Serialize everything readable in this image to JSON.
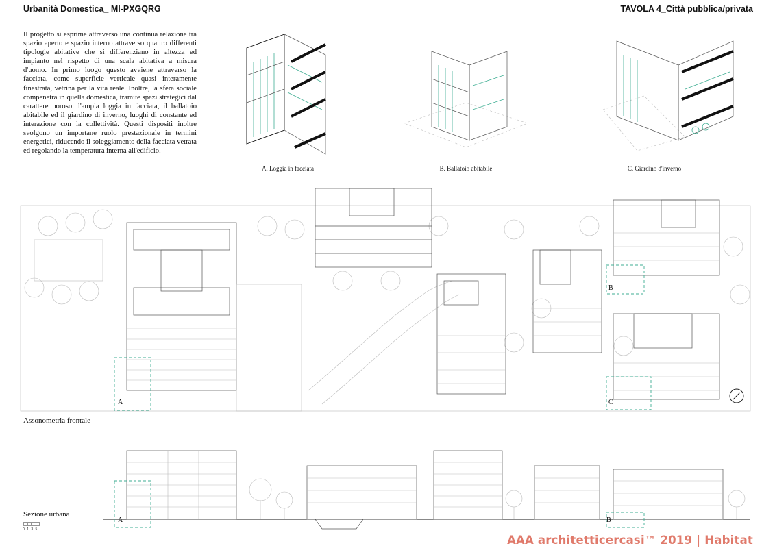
{
  "header": {
    "left_title": "Urbanità Domestica_ MI-PXGQRG",
    "right_title": "TAVOLA 4_Città pubblica/privata"
  },
  "intro_text": "Il progetto si esprime attraverso una continua relazione tra spazio aperto e spazio interno attraverso quattro differenti tipologie abitative che si differenziano  in altezza ed impianto nel rispetto di una scala abitativa a misura d'uomo. In primo luogo questo avviene attraverso la facciata, come superficie verticale quasi interamente finestrata, vetrina per la vita reale. Inoltre, la sfera sociale compenetra in quella domestica, tramite spazi strategici dal carattere poroso: l'ampia loggia in facciata, il ballatoio abitabile ed il giardino di inverno, luoghi di constante ed interazione con la collettività. Questi dispositi inoltre svolgono un importane ruolo prestazionale in termini energetici, riducendo il soleggiamento della facciata vetrata ed regolando la temperatura interna all'edificio.",
  "captions": {
    "a": "A. Loggia in facciata",
    "b": "B. Ballatoio abitabile",
    "c": "C. Giardino d'inverno"
  },
  "section_labels": {
    "axonometry": "Assonometria frontale",
    "section": "Sezione urbana"
  },
  "markers": {
    "a": "A",
    "b": "B",
    "c": "C"
  },
  "scale_bar": [
    "0",
    "1",
    "3",
    "5"
  ],
  "footer": "AAA architetticercasi™ 2019 | Habitat",
  "colors": {
    "accent": "#3fae93",
    "footer": "#e07a6b",
    "line": "#555555"
  }
}
